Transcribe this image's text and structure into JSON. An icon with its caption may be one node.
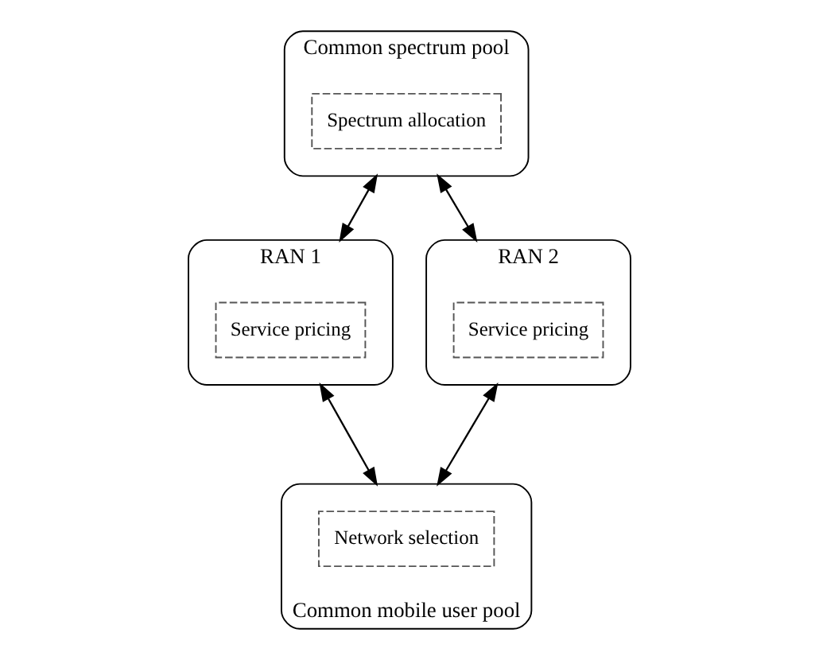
{
  "diagram": {
    "nodes": [
      {
        "text": [
          "Common spectrum pool"
        ]
      },
      {
        "text": [
          "Spectrum allocation"
        ],
        "in": 0
      },
      {
        "text": [
          "RAN 1"
        ]
      },
      {
        "text": [
          "Service pricing"
        ],
        "in": 2
      },
      {
        "text": [
          "RAN 2"
        ]
      },
      {
        "text": [
          "Service pricing"
        ],
        "in": 4
      },
      {
        "text": [
          "Common mobile user pool"
        ]
      },
      {
        "text": [
          "Network selection"
        ],
        "in": 6
      }
    ],
    "edges": [
      {
        "from": 0,
        "to": 2,
        "arrow": "both"
      },
      {
        "from": 0,
        "to": 4,
        "arrow": "both"
      },
      {
        "from": 2,
        "to": 6,
        "arrow": "both"
      },
      {
        "from": 4,
        "to": 6,
        "arrow": "both"
      }
    ]
  }
}
